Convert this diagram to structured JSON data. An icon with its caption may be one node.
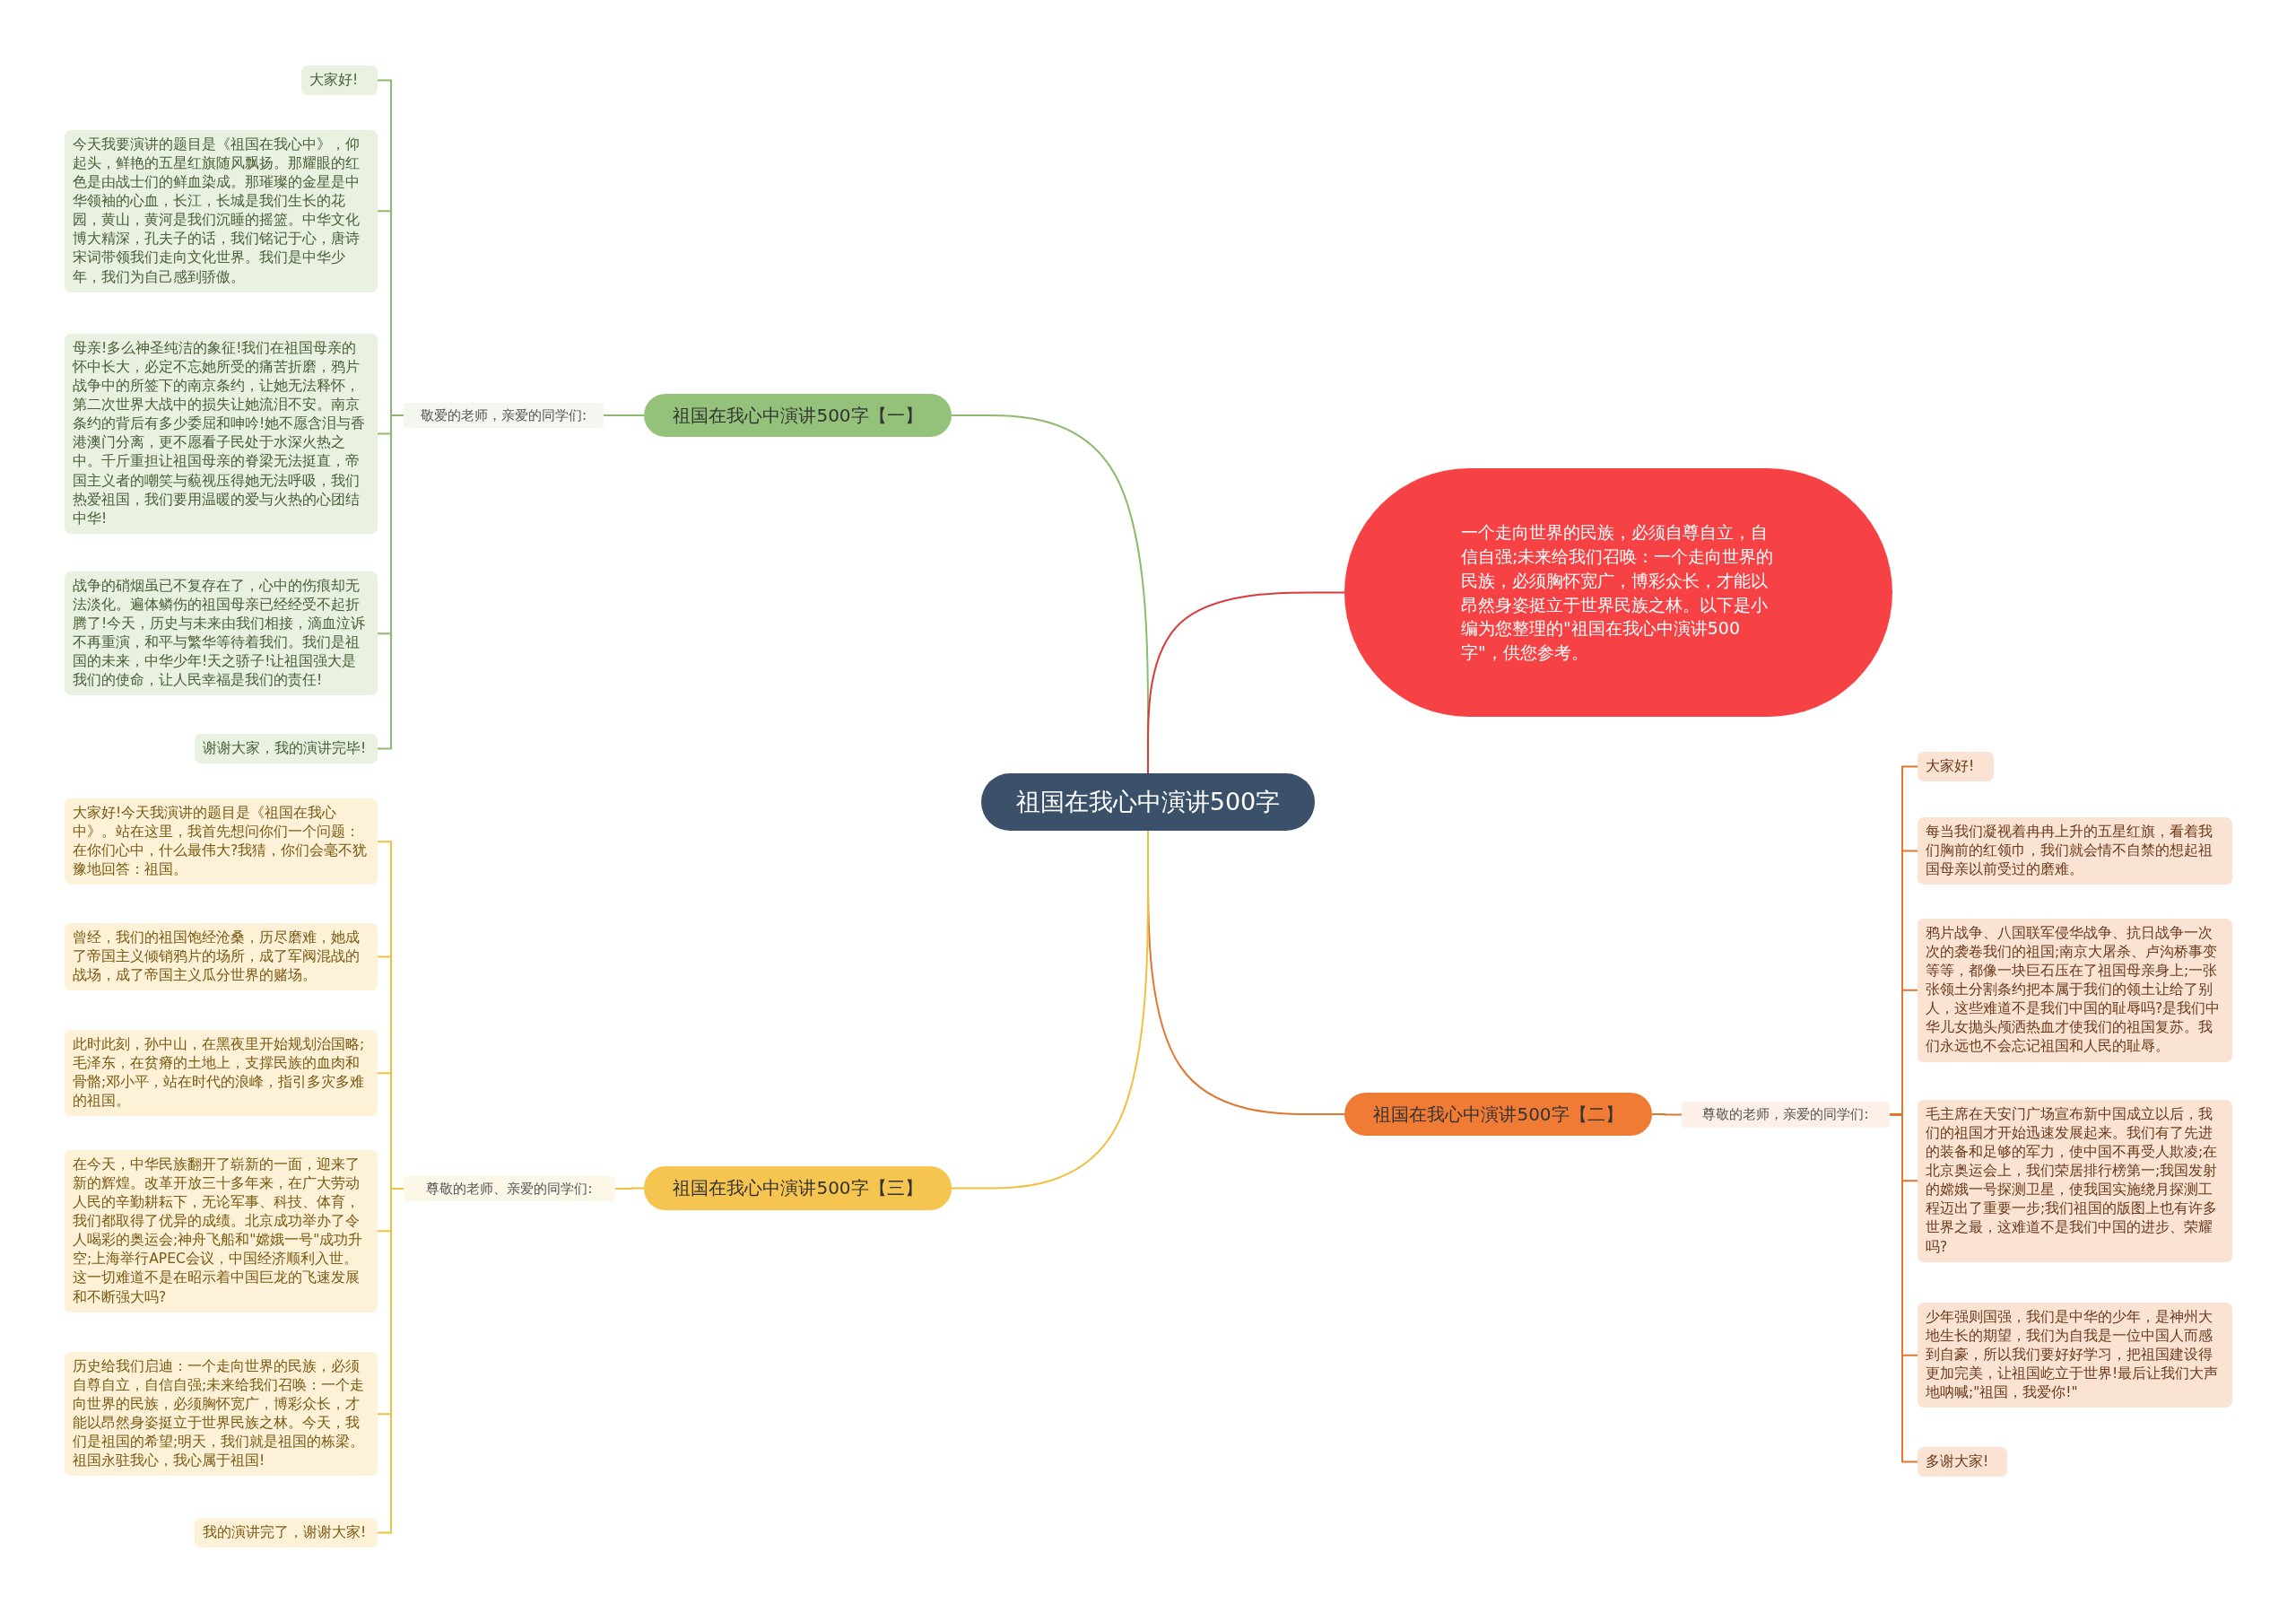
{
  "diagram": {
    "nodes": [
      {
        "text": [
          "祖国在我心中演讲500字"
        ]
      },
      {
        "text": [
          "祖国在我心中演讲500字【一】"
        ]
      },
      {
        "text": [
          "敬爱的老师，亲爱的同学们:"
        ]
      },
      {
        "text": [
          "大家好!"
        ]
      },
      {
        "text": [
          "今天我要演讲的题目是《祖国在我心中》，仰起头，鲜艳的五星红旗随风飘扬。那耀眼的红色是由战士们的鲜血染成。那璀璨的金星是中华领袖的心血，长江，长城是我们生长的花园，黄山，黄河是我们沉睡的摇篮。中华文化博大精深，孔夫子的话，我们铭记于心，唐诗宋词带领我们走向文化世界。我们是中华少年，我们为自己感到骄傲。"
        ]
      },
      {
        "text": [
          "母亲!多么神圣纯洁的象征!我们在祖国母亲的怀中长大，必定不忘她所受的痛苦折磨，鸦片战争中的所签下的南京条约，让她无法释怀，第二次世界大战中的损失让她流泪不安。南京条约的背后有多少委屈和呻吟!她不愿含泪与香港澳门分离，更不愿看子民处于水深火热之中。千斤重担让祖国母亲的脊梁无法挺直，帝国主义者的嘲笑与藐视压得她无法呼吸，我们热爱祖国，我们要用温暖的爱与火热的心团结中华!"
        ]
      },
      {
        "text": [
          "战争的硝烟虽已不复存在了，心中的伤痕却无法淡化。遍体鳞伤的祖国母亲已经经受不起折腾了!今天，历史与未来由我们相接，滴血泣诉不再重演，和平与繁华等待着我们。我们是祖国的未来，中华少年!天之骄子!让祖国强大是我们的使命，让人民幸福是我们的责任!"
        ]
      },
      {
        "text": [
          "谢谢大家，我的演讲完毕!"
        ]
      },
      {
        "text": [
          "一个走向世界的民族，必须自尊自立，自信自强;未来给我们召唤：一个走向世界的民族，必须胸怀宽广，博彩众长，才能以昂然身姿挺立于世界民族之林。以下是小编为您整理的\"祖国在我心中演讲500字\"，供您参考。"
        ]
      },
      {
        "text": [
          "祖国在我心中演讲500字【二】"
        ]
      },
      {
        "text": [
          "尊敬的老师，亲爱的同学们:"
        ]
      },
      {
        "text": [
          "大家好!"
        ]
      },
      {
        "text": [
          "每当我们凝视着冉冉上升的五星红旗，看着我们胸前的红领巾，我们就会情不自禁的想起祖国母亲以前受过的磨难。"
        ]
      },
      {
        "text": [
          "鸦片战争、八国联军侵华战争、抗日战争一次次的袭卷我们的祖国;南京大屠杀、卢沟桥事变等等，都像一块巨石压在了祖国母亲身上;一张张领土分割条约把本属于我们的领土让给了别人，这些难道不是我们中国的耻辱吗?是我们中华儿女抛头颅洒热血才使我们的祖国复苏。我们永远也不会忘记祖国和人民的耻辱。"
        ]
      },
      {
        "text": [
          "毛主席在天安门广场宣布新中国成立以后，我们的祖国才开始迅速发展起来。我们有了先进的装备和足够的军力，使中国不再受人欺凌;在北京奥运会上，我们荣居排行榜第一;我国发射的嫦娥一号探测卫星，使我国实施绕月探测工程迈出了重要一步;我们祖国的版图上也有许多世界之最，这难道不是我们中国的进步、荣耀吗?"
        ]
      },
      {
        "text": [
          "少年强则国强，我们是中华的少年，是神州大地生长的期望，我们为自我是一位中国人而感到自豪，所以我们要好好学习，把祖国建设得更加完美，让祖国屹立于世界!最后让我们大声地呐喊;\"祖国，我爱你!\""
        ]
      },
      {
        "text": [
          "多谢大家!"
        ]
      },
      {
        "text": [
          "祖国在我心中演讲500字【三】"
        ]
      },
      {
        "text": [
          "尊敬的老师、亲爱的同学们:"
        ]
      },
      {
        "text": [
          "大家好!今天我演讲的题目是《祖国在我心中》。站在这里，我首先想问你们一个问题：在你们心中，什么最伟大?我猜，你们会毫不犹豫地回答：祖国。"
        ]
      },
      {
        "text": [
          "曾经，我们的祖国饱经沧桑，历尽磨难，她成了帝国主义倾销鸦片的场所，成了军阀混战的战场，成了帝国主义瓜分世界的赌场。"
        ]
      },
      {
        "text": [
          "此时此刻，孙中山，在黑夜里开始规划治国略;毛泽东，在贫瘠的土地上，支撑民族的血肉和骨骼;邓小平，站在时代的浪峰，指引多灾多难的祖国。"
        ]
      },
      {
        "text": [
          "在今天，中华民族翻开了崭新的一面，迎来了新的辉煌。改革开放三十多年来，在广大劳动人民的辛勤耕耘下，无论军事、科技、体育，我们都取得了优异的成绩。北京成功举办了令人喝彩的奥运会;神舟飞船和\"嫦娥一号\"成功升空;上海举行APEC会议，中国经济顺利入世。这一切难道不是在昭示着中国巨龙的飞速发展和不断强大吗?"
        ]
      },
      {
        "text": [
          "历史给我们启迪：一个走向世界的民族，必须自尊自立，自信自强;未来给我们召唤：一个走向世界的民族，必须胸怀宽广，博彩众长，才能以昂然身姿挺立于世界民族之林。今天，我们是祖国的希望;明天，我们就是祖国的栋梁。祖国永驻我心，我心属于祖国!"
        ]
      },
      {
        "text": [
          "我的演讲完了，谢谢大家!"
        ]
      }
    ],
    "edges": [
      {
        "from": 0,
        "to": 1,
        "arrow": "none",
        "color": "#8dba6c"
      },
      {
        "from": 1,
        "to": 2,
        "arrow": "none",
        "color": "#8dba6c"
      },
      {
        "from": 2,
        "to": 3,
        "arrow": "none",
        "color": "#8dba6c"
      },
      {
        "from": 2,
        "to": 4,
        "arrow": "none",
        "color": "#8dba6c"
      },
      {
        "from": 2,
        "to": 5,
        "arrow": "none",
        "color": "#8dba6c"
      },
      {
        "from": 2,
        "to": 6,
        "arrow": "none",
        "color": "#8dba6c"
      },
      {
        "from": 2,
        "to": 7,
        "arrow": "none",
        "color": "#8dba6c"
      },
      {
        "from": 0,
        "to": 8,
        "arrow": "none",
        "color": "#d93a3c"
      },
      {
        "from": 0,
        "to": 9,
        "arrow": "none",
        "color": "#e0762f"
      },
      {
        "from": 9,
        "to": 10,
        "arrow": "none",
        "color": "#e0762f"
      },
      {
        "from": 10,
        "to": 11,
        "arrow": "none",
        "color": "#e0762f"
      },
      {
        "from": 10,
        "to": 12,
        "arrow": "none",
        "color": "#e0762f"
      },
      {
        "from": 10,
        "to": 13,
        "arrow": "none",
        "color": "#e0762f"
      },
      {
        "from": 10,
        "to": 14,
        "arrow": "none",
        "color": "#e0762f"
      },
      {
        "from": 10,
        "to": 15,
        "arrow": "none",
        "color": "#e0762f"
      },
      {
        "from": 10,
        "to": 16,
        "arrow": "none",
        "color": "#e0762f"
      },
      {
        "from": 0,
        "to": 17,
        "arrow": "none",
        "color": "#f0c040"
      },
      {
        "from": 17,
        "to": 18,
        "arrow": "none",
        "color": "#f0c040"
      },
      {
        "from": 18,
        "to": 19,
        "arrow": "none",
        "color": "#f0c040"
      },
      {
        "from": 18,
        "to": 20,
        "arrow": "none",
        "color": "#f0c040"
      },
      {
        "from": 18,
        "to": 21,
        "arrow": "none",
        "color": "#f0c040"
      },
      {
        "from": 18,
        "to": 22,
        "arrow": "none",
        "color": "#f0c040"
      },
      {
        "from": 18,
        "to": 23,
        "arrow": "none",
        "color": "#f0c040"
      },
      {
        "from": 18,
        "to": 24,
        "arrow": "none",
        "color": "#f0c040"
      }
    ]
  }
}
